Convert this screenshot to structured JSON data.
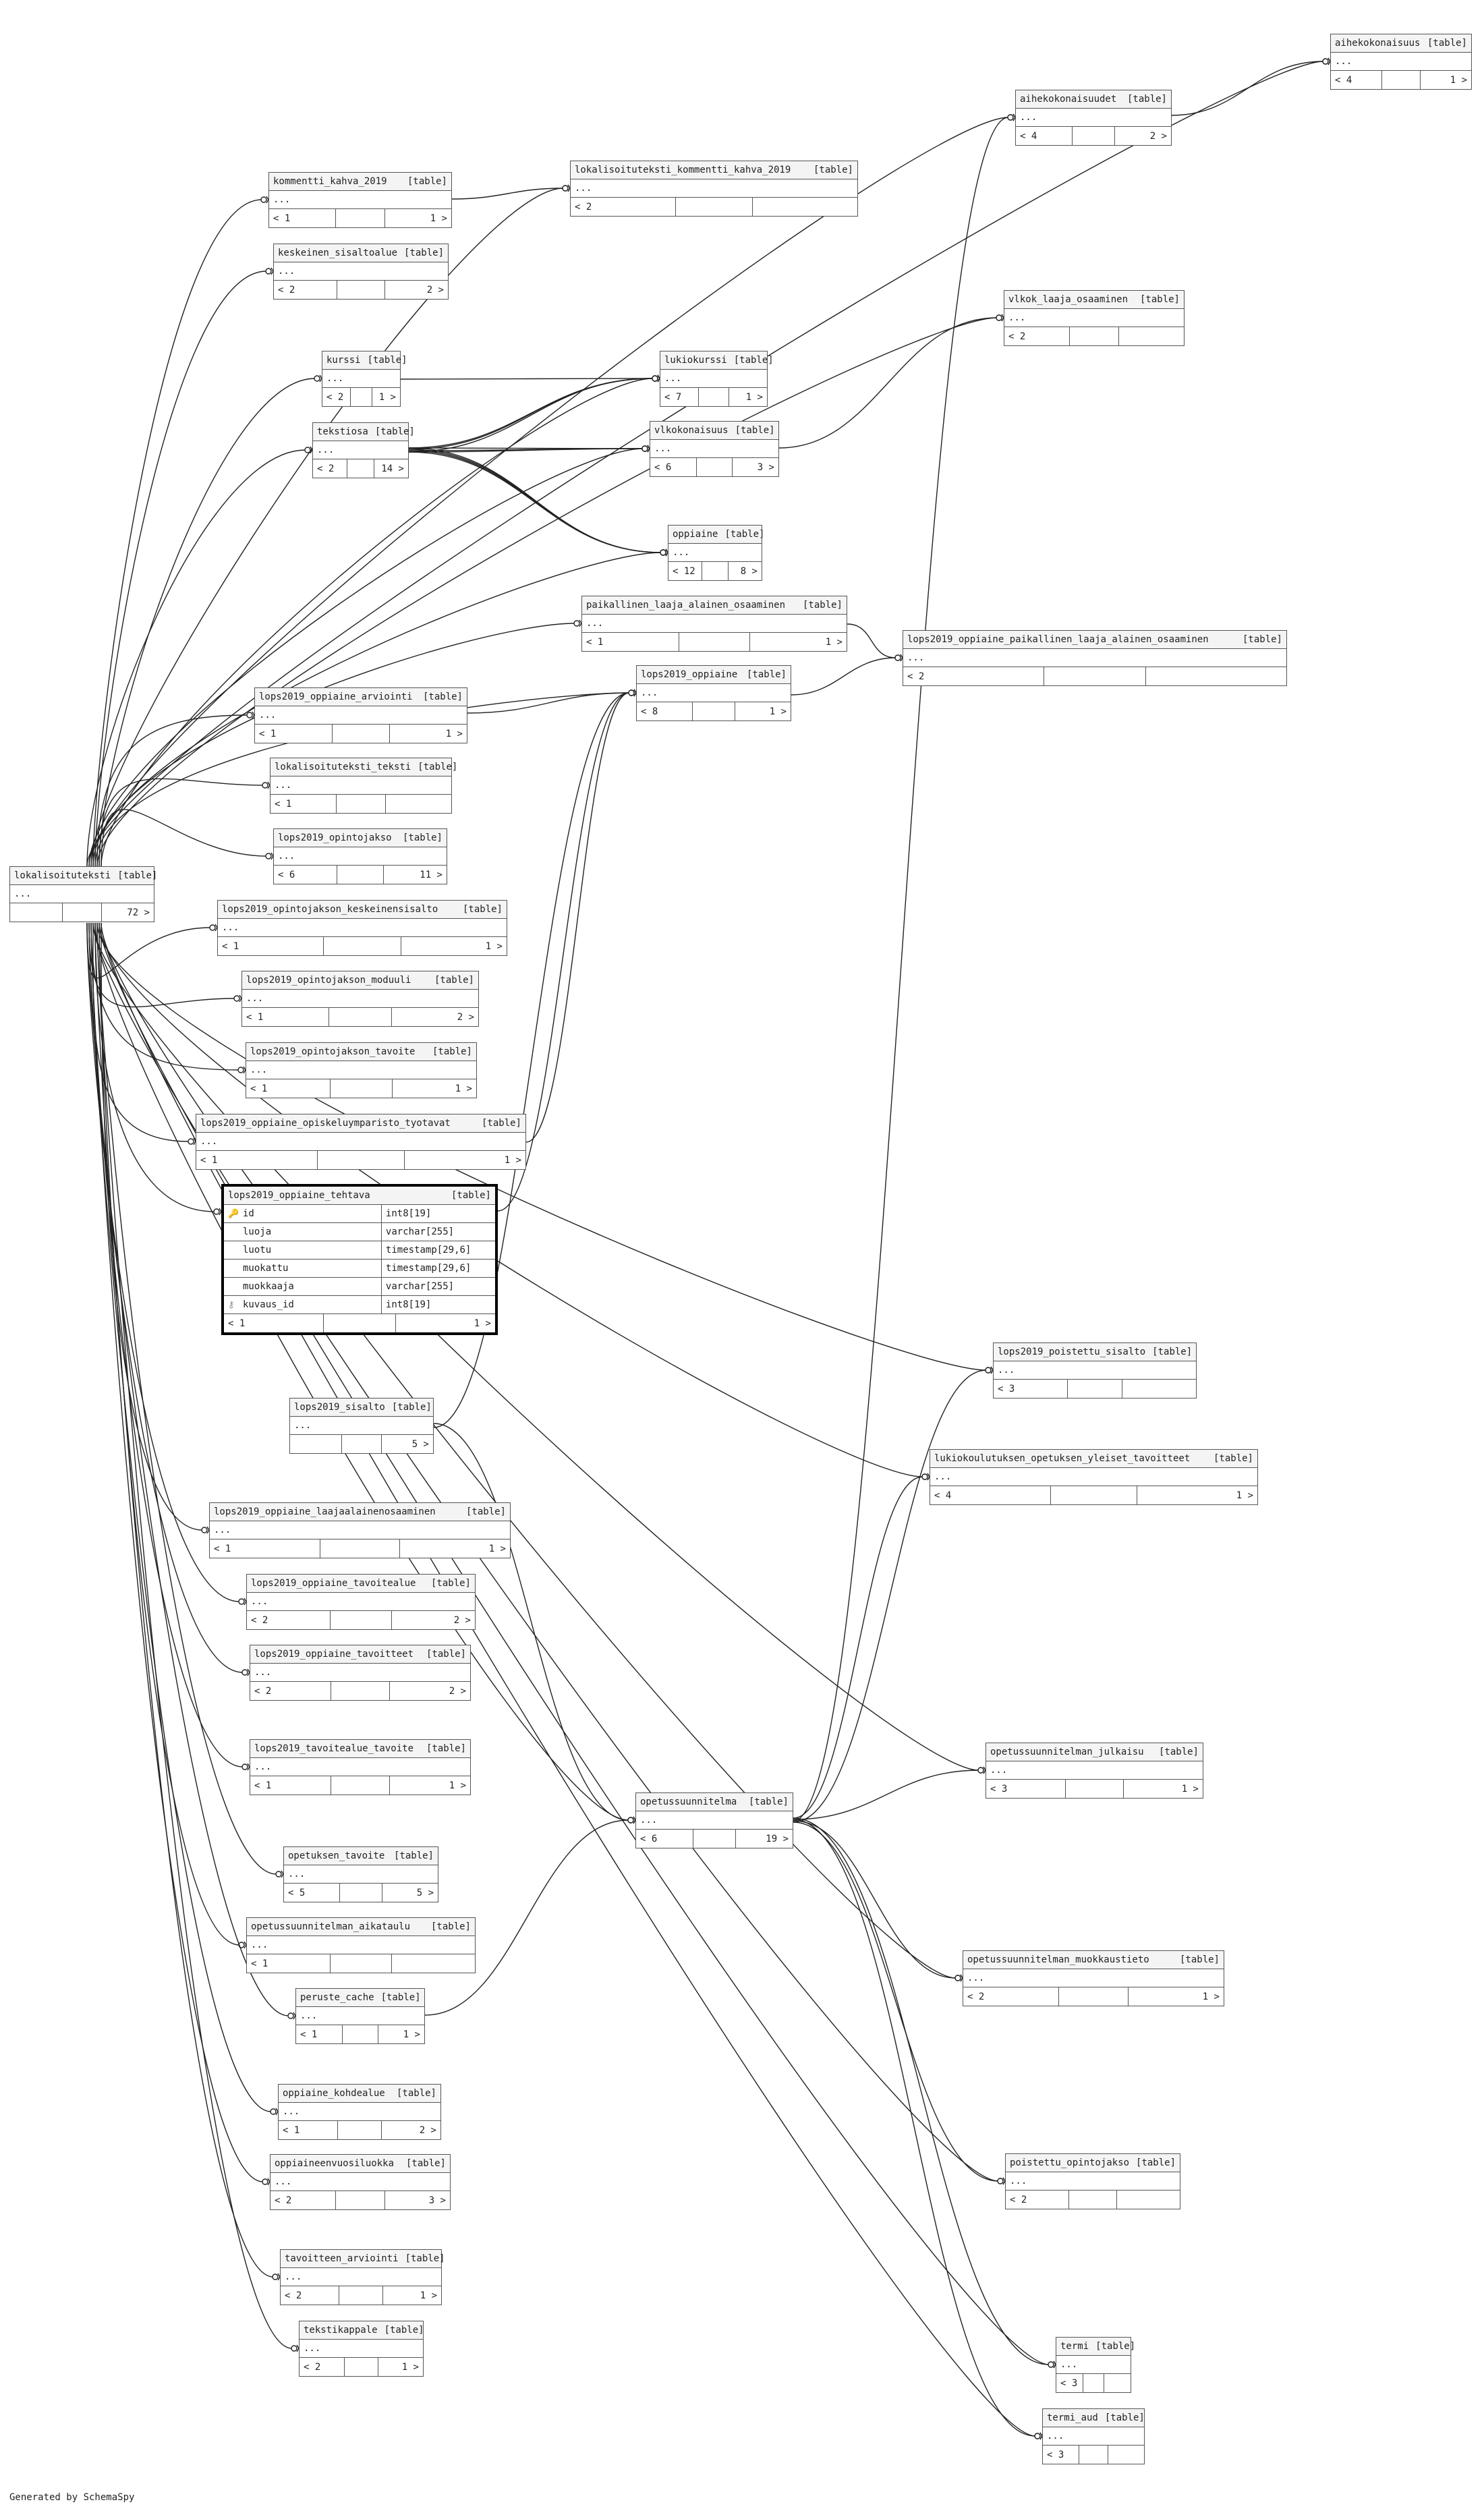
{
  "footer": "Generated by SchemaSpy",
  "table_tag": "[table]",
  "tables": [
    {
      "name": "aihekokonaisuus",
      "l": "< 4",
      "r": "1 >"
    },
    {
      "name": "aihekokonaisuudet",
      "l": "< 4",
      "r": "2 >"
    },
    {
      "name": "lokalisoituteksti_kommentti_kahva_2019",
      "l": "< 2",
      "r": ""
    },
    {
      "name": "kommentti_kahva_2019",
      "l": "< 1",
      "r": "1 >"
    },
    {
      "name": "keskeinen_sisaltoalue",
      "l": "< 2",
      "r": "2 >"
    },
    {
      "name": "vlkok_laaja_osaaminen",
      "l": "< 2",
      "r": ""
    },
    {
      "name": "kurssi",
      "l": "< 2",
      "r": "1 >"
    },
    {
      "name": "lukiokurssi",
      "l": "< 7",
      "r": "1 >"
    },
    {
      "name": "tekstiosa",
      "l": "< 2",
      "r": "14 >"
    },
    {
      "name": "vlkokonaisuus",
      "l": "< 6",
      "r": "3 >"
    },
    {
      "name": "oppiaine",
      "l": "< 12",
      "r": "8 >"
    },
    {
      "name": "paikallinen_laaja_alainen_osaaminen",
      "l": "< 1",
      "r": "1 >"
    },
    {
      "name": "lops2019_oppiaine_paikallinen_laaja_alainen_osaaminen",
      "l": "< 2",
      "r": ""
    },
    {
      "name": "lops2019_oppiaine",
      "l": "< 8",
      "r": "1 >"
    },
    {
      "name": "lops2019_oppiaine_arviointi",
      "l": "< 1",
      "r": "1 >"
    },
    {
      "name": "lokalisoituteksti_teksti",
      "l": "< 1",
      "r": ""
    },
    {
      "name": "lops2019_opintojakso",
      "l": "< 6",
      "r": "11 >"
    },
    {
      "name": "lokalisoituteksti",
      "l": "",
      "r": "72 >"
    },
    {
      "name": "lops2019_opintojakson_keskeinensisalto",
      "l": "< 1",
      "r": "1 >"
    },
    {
      "name": "lops2019_opintojakson_moduuli",
      "l": "< 1",
      "r": "2 >"
    },
    {
      "name": "lops2019_opintojakson_tavoite",
      "l": "< 1",
      "r": "1 >"
    },
    {
      "name": "lops2019_oppiaine_opiskeluymparisto_tyotavat",
      "l": "< 1",
      "r": "1 >"
    },
    {
      "name": "lops2019_oppiaine_tehtava",
      "l": "< 1",
      "r": "1 >"
    },
    {
      "name": "lops2019_poistettu_sisalto",
      "l": "< 3",
      "r": ""
    },
    {
      "name": "lops2019_sisalto",
      "l": "",
      "r": "5 >"
    },
    {
      "name": "lukiokoulutuksen_opetuksen_yleiset_tavoitteet",
      "l": "< 4",
      "r": "1 >"
    },
    {
      "name": "lops2019_oppiaine_laajaalainenosaaminen",
      "l": "< 1",
      "r": "1 >"
    },
    {
      "name": "lops2019_oppiaine_tavoitealue",
      "l": "< 2",
      "r": "2 >"
    },
    {
      "name": "lops2019_oppiaine_tavoitteet",
      "l": "< 2",
      "r": "2 >"
    },
    {
      "name": "lops2019_tavoitealue_tavoite",
      "l": "< 1",
      "r": "1 >"
    },
    {
      "name": "opetussuunnitelman_julkaisu",
      "l": "< 3",
      "r": "1 >"
    },
    {
      "name": "opetussuunnitelma",
      "l": "< 6",
      "r": "19 >"
    },
    {
      "name": "opetuksen_tavoite",
      "l": "< 5",
      "r": "5 >"
    },
    {
      "name": "opetussuunnitelman_aikataulu",
      "l": "< 1",
      "r": ""
    },
    {
      "name": "opetussuunnitelman_muokkaustieto",
      "l": "< 2",
      "r": "1 >"
    },
    {
      "name": "peruste_cache",
      "l": "< 1",
      "r": "1 >"
    },
    {
      "name": "oppiaine_kohdealue",
      "l": "< 1",
      "r": "2 >"
    },
    {
      "name": "oppiaineenvuosiluokka",
      "l": "< 2",
      "r": "3 >"
    },
    {
      "name": "poistettu_opintojakso",
      "l": "< 2",
      "r": ""
    },
    {
      "name": "tavoitteen_arviointi",
      "l": "< 2",
      "r": "1 >"
    },
    {
      "name": "tekstikappale",
      "l": "< 2",
      "r": "1 >"
    },
    {
      "name": "termi",
      "l": "< 3",
      "r": ""
    },
    {
      "name": "termi_aud",
      "l": "< 3",
      "r": ""
    }
  ],
  "ellipsis": "...",
  "tehtava_columns": [
    {
      "name": "id",
      "type": "int8[19]",
      "key": "pk"
    },
    {
      "name": "luoja",
      "type": "varchar[255]",
      "key": ""
    },
    {
      "name": "luotu",
      "type": "timestamp[29,6]",
      "key": ""
    },
    {
      "name": "muokattu",
      "type": "timestamp[29,6]",
      "key": ""
    },
    {
      "name": "muokkaaja",
      "type": "varchar[255]",
      "key": ""
    },
    {
      "name": "kuvaus_id",
      "type": "int8[19]",
      "key": "fk"
    }
  ]
}
